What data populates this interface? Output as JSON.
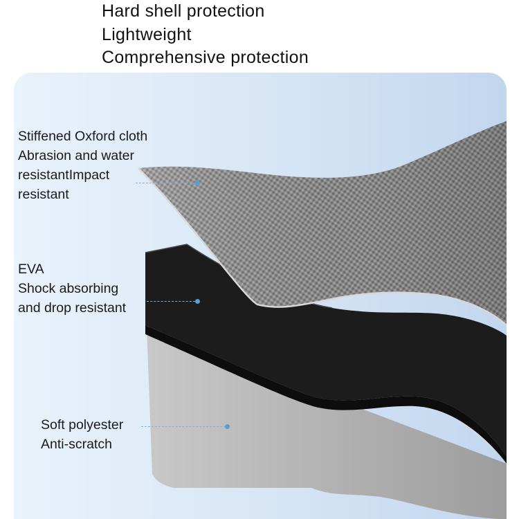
{
  "header": {
    "lines": [
      "Hard shell protection",
      "Lightweight",
      "Comprehensive protection"
    ]
  },
  "layers": [
    {
      "id": "oxford",
      "lines": [
        "Stiffened Oxford cloth",
        "Abrasion and water",
        "resistantImpact",
        "resistant"
      ],
      "color": "#8c8c8c"
    },
    {
      "id": "eva",
      "lines": [
        "EVA",
        "Shock absorbing",
        "and drop resistant"
      ],
      "color": "#1c1c1c"
    },
    {
      "id": "polyester",
      "lines": [
        "Soft polyester",
        "Anti-scratch"
      ],
      "color": "#b4b4b4"
    }
  ],
  "colors": {
    "accent": "#5d9bd3",
    "panel_bg": "#d6e5f5"
  }
}
